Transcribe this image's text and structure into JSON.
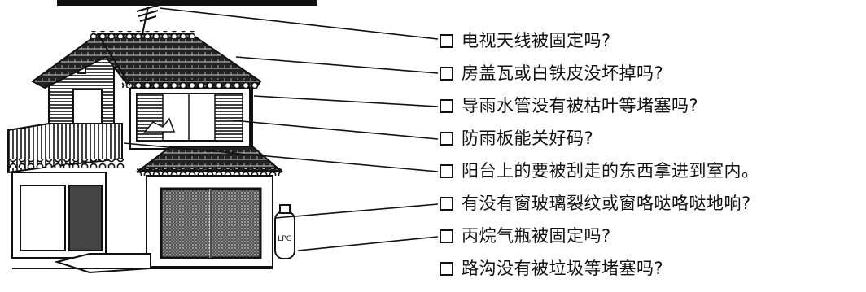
{
  "checklist": {
    "items": [
      {
        "label": "电视天线被固定吗?",
        "checked": false
      },
      {
        "label": "房盖瓦或白铁皮没坏掉吗?",
        "checked": false
      },
      {
        "label": "导雨水管没有被枯叶等堵塞吗?",
        "checked": false
      },
      {
        "label": "防雨板能关好码?",
        "checked": false
      },
      {
        "label": "阳台上的要被刮走的东西拿进到室内。",
        "checked": false
      },
      {
        "label": "有没有窗玻璃裂纹或窗咯哒咯哒地响?",
        "checked": false
      },
      {
        "label": "丙烷气瓶被固定吗?",
        "checked": false
      },
      {
        "label": "路沟没有被垃圾等堵塞吗?",
        "checked": false
      }
    ]
  },
  "house": {
    "lpg_label": "LPG"
  }
}
